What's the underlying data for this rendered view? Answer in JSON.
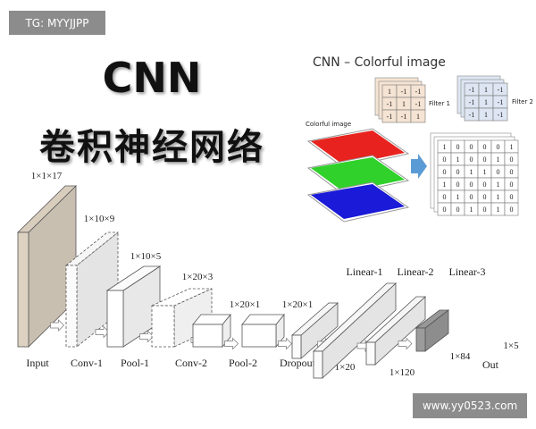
{
  "watermark_top": "TG: MYYJJPP",
  "watermark_bottom": "www.yy0523.com",
  "title": "CNN",
  "subtitle": "卷积神经网络",
  "inset": {
    "title": "CNN – Colorful image",
    "image_label": "Colorful image",
    "filter1_label": "Filter 1",
    "filter2_label": "Filter 2",
    "filter1": [
      [
        1,
        -1,
        -1
      ],
      [
        -1,
        1,
        -1
      ],
      [
        -1,
        -1,
        1
      ]
    ],
    "filter2": [
      [
        -1,
        1,
        -1
      ],
      [
        -1,
        1,
        -1
      ],
      [
        -1,
        1,
        -1
      ]
    ],
    "image": [
      [
        1,
        0,
        0,
        0,
        0,
        1
      ],
      [
        0,
        1,
        0,
        0,
        1,
        0
      ],
      [
        0,
        0,
        1,
        1,
        0,
        0
      ],
      [
        1,
        0,
        0,
        0,
        1,
        0
      ],
      [
        0,
        1,
        0,
        0,
        1,
        0
      ],
      [
        0,
        0,
        1,
        0,
        1,
        0
      ]
    ],
    "channel_colors": [
      "#e8231f",
      "#2fd12a",
      "#1a1ad8"
    ],
    "arrow_color": "#5b9bd5"
  },
  "layers": [
    {
      "name": "Input",
      "dims": "1×1×17"
    },
    {
      "name": "Conv-1",
      "dims": "1×10×9"
    },
    {
      "name": "Pool-1",
      "dims": "1×10×5"
    },
    {
      "name": "Conv-2",
      "dims": "1×20×3"
    },
    {
      "name": "Pool-2",
      "dims": "1×20×1"
    },
    {
      "name": "Dropout",
      "dims": "1×20×1"
    },
    {
      "name": "Linear-1",
      "dims": "1×20"
    },
    {
      "name": "Linear-2",
      "dims": "1×120"
    },
    {
      "name": "Linear-3",
      "dims": "1×84"
    },
    {
      "name": "Out",
      "dims": "1×5"
    }
  ]
}
